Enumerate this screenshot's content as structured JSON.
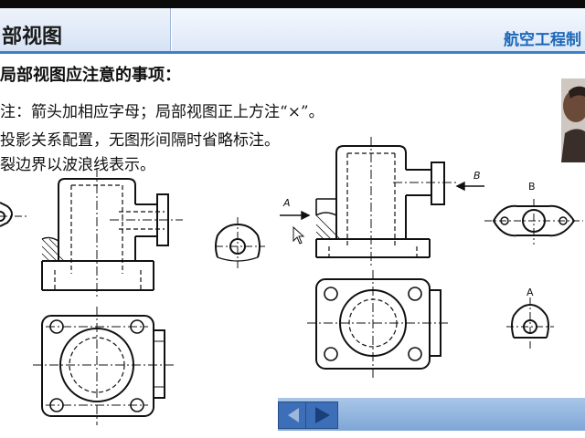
{
  "slide": {
    "title": "部视图",
    "brand": "航空工程制",
    "heading": "局部视图应注意的事项：",
    "lines": [
      "注：箭头加相应字母；局部视图正上方注“×”。",
      "投影关系配置，无图形间隔时省略标注。",
      "裂边界以波浪线表示。"
    ]
  },
  "drawing_labels": {
    "arrow_a": "A",
    "arrow_b": "B",
    "view_b_title": "B",
    "view_a_title": "A"
  },
  "colors": {
    "accent": "#3f7fc7",
    "brand_text": "#1c67b8",
    "nav": "#3d6fb8"
  },
  "icons": {
    "prev": "play-back-icon",
    "next": "play-forward-icon",
    "cursor": "mouse-pointer-icon"
  }
}
